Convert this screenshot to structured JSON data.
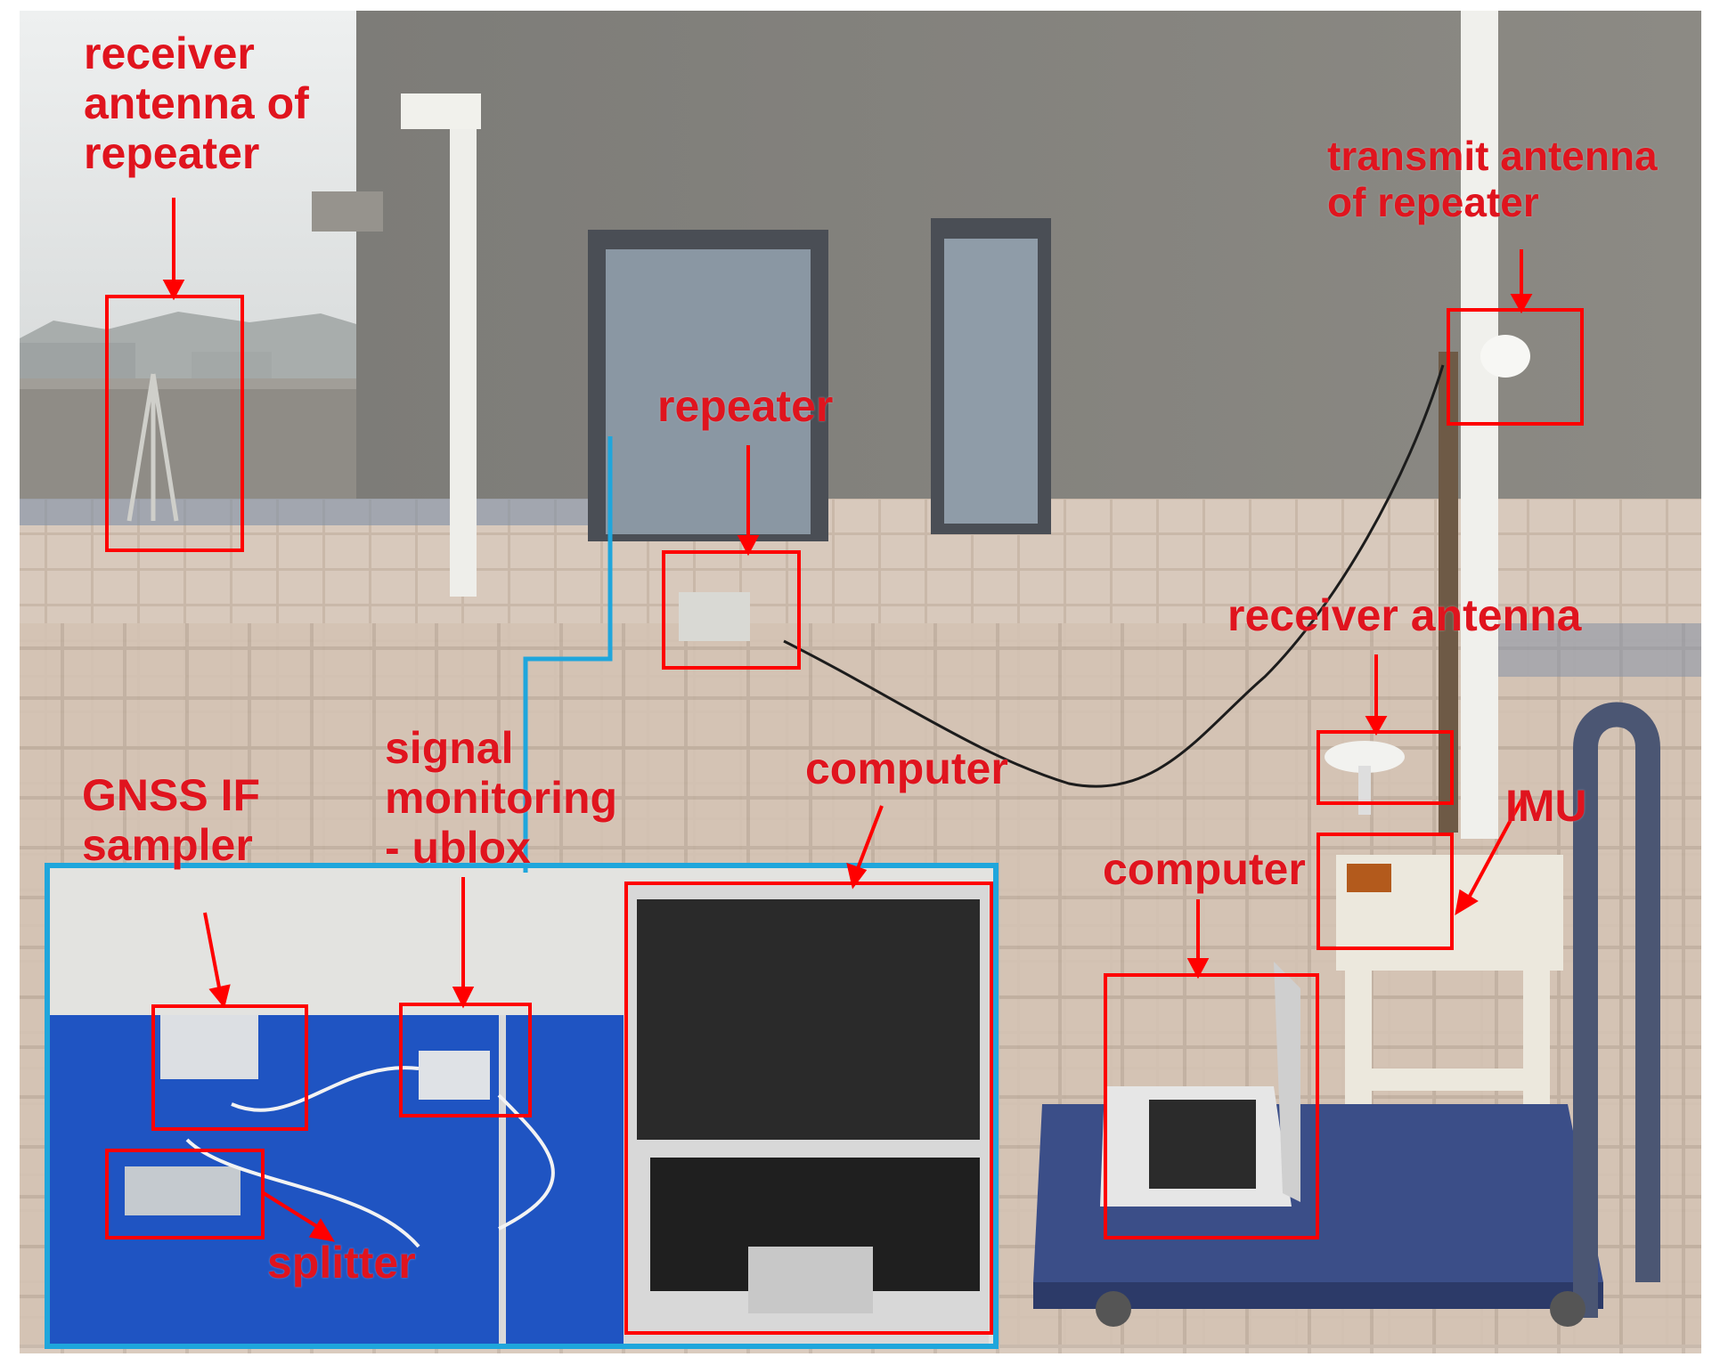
{
  "annotation_color": "#ff0000",
  "inset_border_color": "#1fa6dc",
  "labels": {
    "receiver_antenna_of_repeater": "receiver\nantenna of\nrepeater",
    "transmit_antenna_of_repeater": "transmit antenna\nof repeater",
    "repeater": "repeater",
    "receiver_antenna": "receiver antenna",
    "imu": "IMU",
    "computer_right": "computer",
    "computer_inset": "computer",
    "signal_monitoring_ublox": "signal\nmonitoring\n- ublox",
    "gnss_if_sampler": "GNSS IF\nsampler",
    "splitter": "splitter"
  }
}
